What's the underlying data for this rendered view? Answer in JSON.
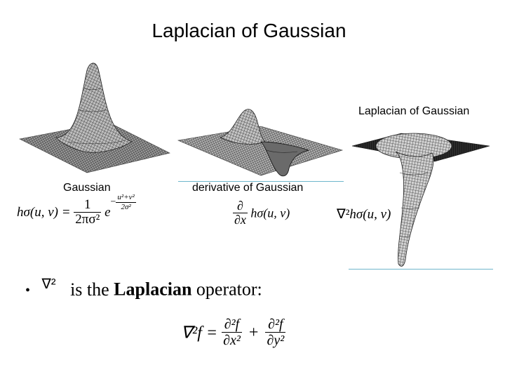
{
  "slide": {
    "title": "Laplacian of Gaussian"
  },
  "surfaces": {
    "gaussian_caption": "Gaussian",
    "derivative_caption": "derivative of Gaussian",
    "log_caption": "Laplacian of Gaussian"
  },
  "formulas": {
    "gaussian": {
      "lhs": "hσ(u, v) =",
      "coef_num": "1",
      "coef_den": "2πσ²",
      "base": "e",
      "exp_num": "u²+v²",
      "exp_den": "2σ²",
      "exp_sign": "−"
    },
    "derivative": {
      "num": "∂",
      "den": "∂x",
      "fn": "hσ(u, v)"
    },
    "log": {
      "op": "∇²",
      "fn": "hσ(u, v)"
    },
    "laplacian_def": {
      "lhs": "∇²f =",
      "t1_num": "∂²f",
      "t1_den": "∂x²",
      "plus": "+",
      "t2_num": "∂²f",
      "t2_den": "∂y²"
    }
  },
  "bullet": {
    "marker": "•",
    "symbol": "∇²",
    "text_before": "is the",
    "bold": "Laplacian",
    "text_after": "operator:"
  },
  "colors": {
    "rule": "#6fb6cc",
    "mesh": "#1a1a1a"
  }
}
